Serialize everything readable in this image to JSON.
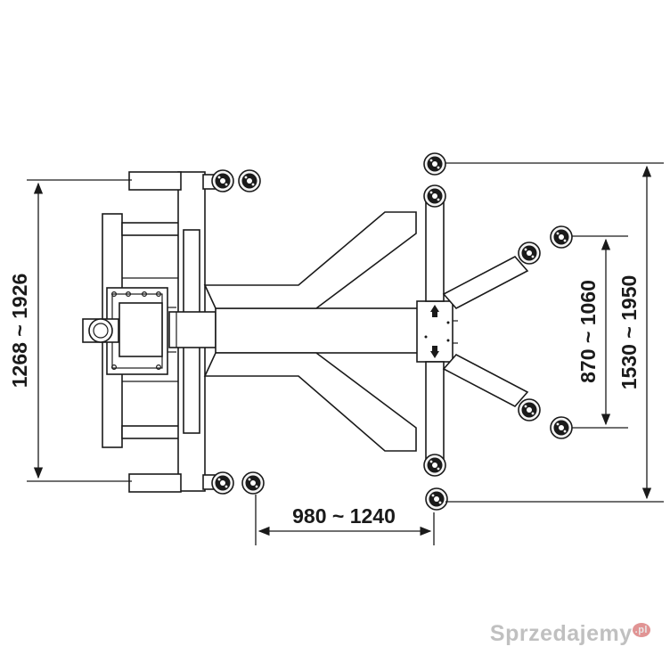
{
  "dimensions": {
    "overall_width": "1268 ~ 1926",
    "arm_reach": "980 ~ 1240",
    "short_arm_span": "870 ~ 1060",
    "long_arm_span": "1530 ~ 1950"
  },
  "watermark": {
    "text": "Sprzedajemy",
    "suffix": ".pl"
  },
  "colors": {
    "line": "#1a1a1a",
    "background": "#ffffff"
  }
}
